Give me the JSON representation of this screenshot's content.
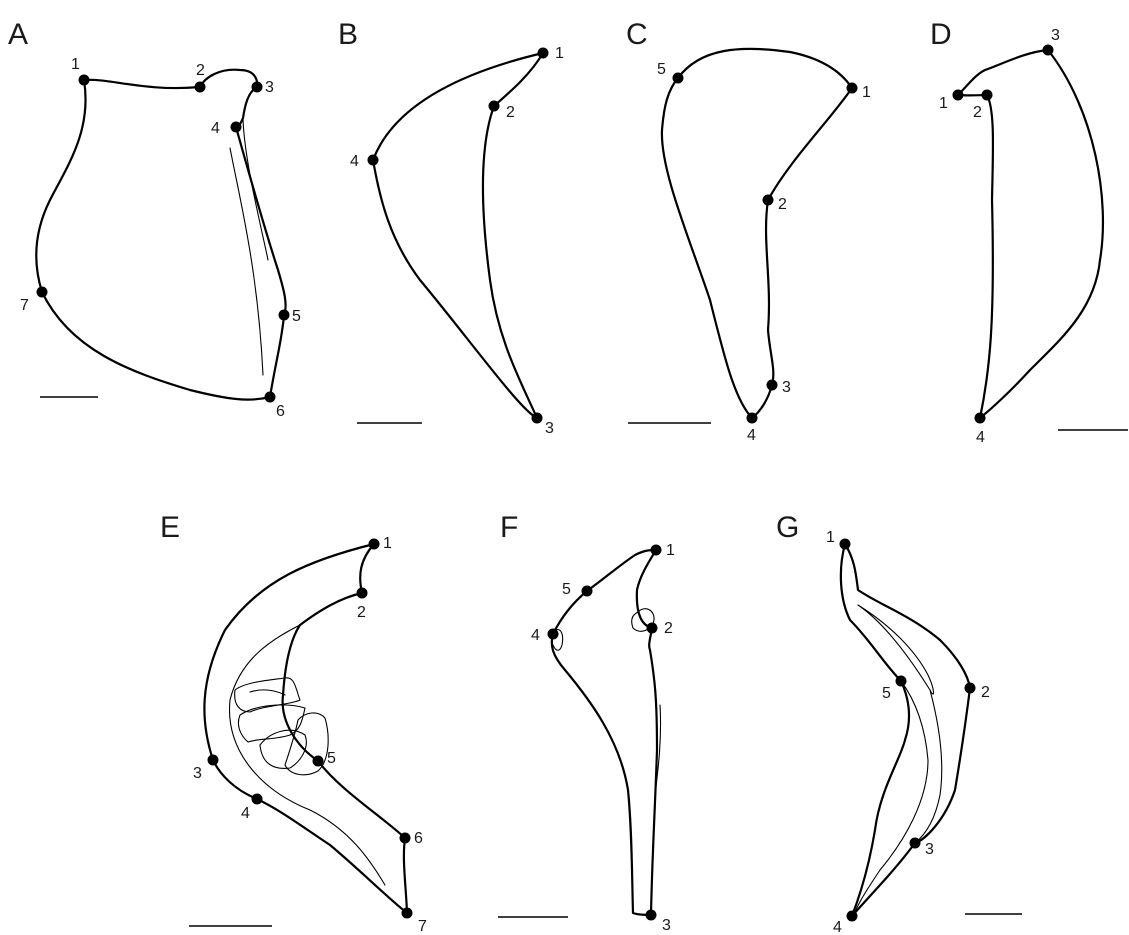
{
  "panels": [
    {
      "label": "A",
      "landmarks": [
        "1",
        "2",
        "3",
        "4",
        "5",
        "6",
        "7"
      ]
    },
    {
      "label": "B",
      "landmarks": [
        "1",
        "2",
        "3",
        "4"
      ]
    },
    {
      "label": "C",
      "landmarks": [
        "1",
        "2",
        "3",
        "4",
        "5"
      ]
    },
    {
      "label": "D",
      "landmarks": [
        "1",
        "2",
        "3",
        "4"
      ]
    },
    {
      "label": "E",
      "landmarks": [
        "1",
        "2",
        "3",
        "4",
        "5",
        "6",
        "7"
      ]
    },
    {
      "label": "F",
      "landmarks": [
        "1",
        "2",
        "3",
        "4",
        "5"
      ]
    },
    {
      "label": "G",
      "landmarks": [
        "1",
        "2",
        "3",
        "4",
        "5"
      ]
    }
  ],
  "colors": {
    "stroke": "#000000",
    "background": "#ffffff",
    "text": "#1a1a1a"
  }
}
